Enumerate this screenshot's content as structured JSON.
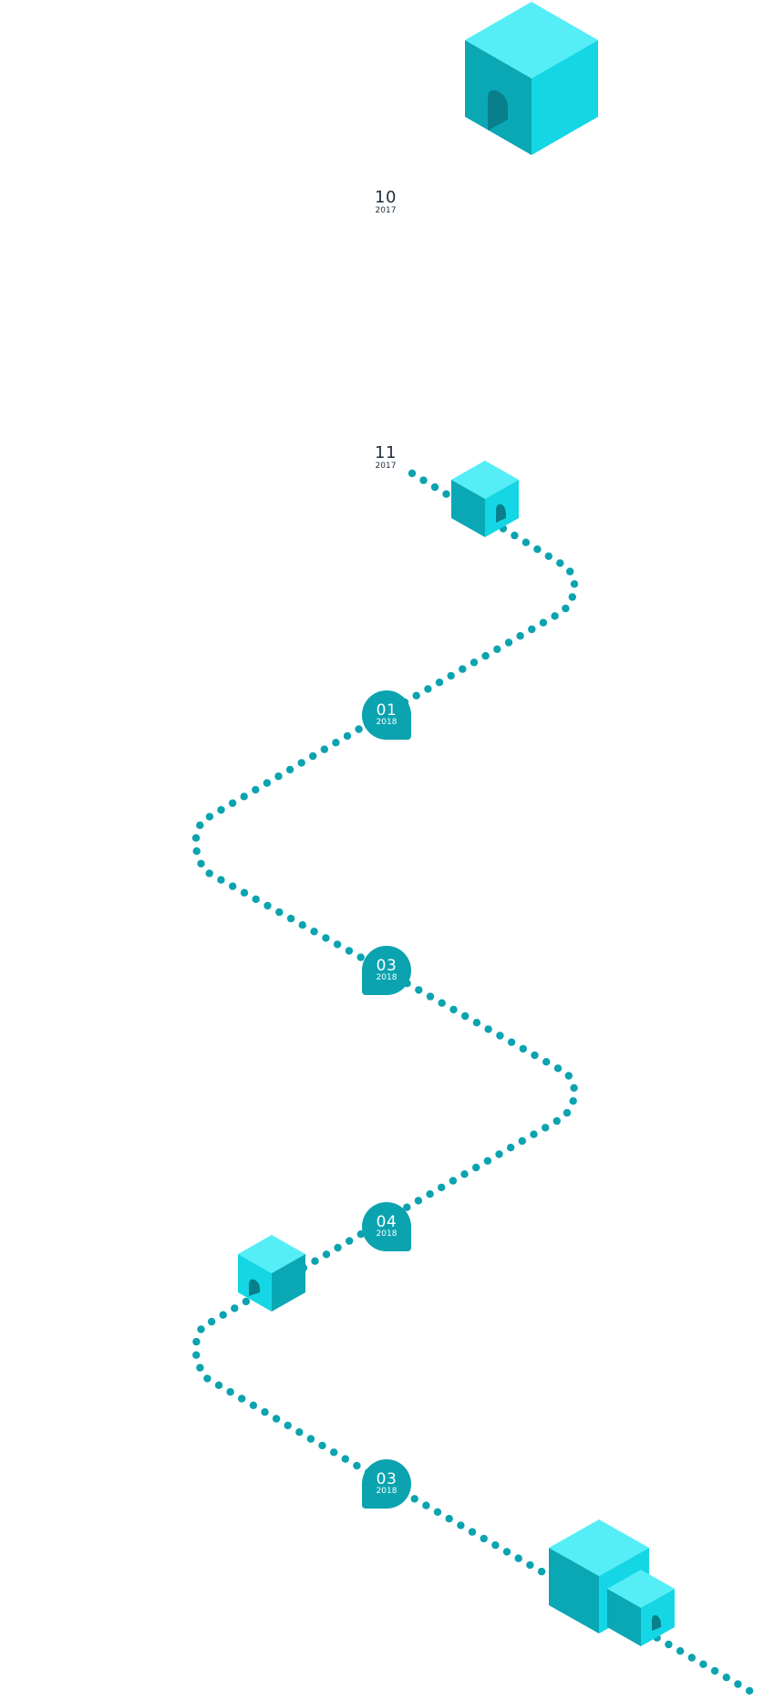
{
  "colors": {
    "path_dot": "#0ba3b0",
    "marker_fill": "#0ba3b0",
    "marker_text": "#ffffff",
    "plain_text": "#1f2d3d",
    "cube_top": "#55eef6",
    "cube_left": "#0aa7b5",
    "cube_right": "#14d6e4",
    "cube_door": "#087f8a"
  },
  "timeline": {
    "milestones": [
      {
        "month": "10",
        "year": "2017",
        "style": "plain"
      },
      {
        "month": "11",
        "year": "2017",
        "style": "plain"
      },
      {
        "month": "01",
        "year": "2018",
        "style": "pin"
      },
      {
        "month": "03",
        "year": "2018",
        "style": "pin"
      },
      {
        "month": "04",
        "year": "2018",
        "style": "pin"
      },
      {
        "month": "03",
        "year": "2018",
        "style": "pin"
      }
    ],
    "illustrations": [
      "building-cube-icon",
      "building-cube-icon",
      "building-cube-icon",
      "building-cluster-icon"
    ]
  }
}
